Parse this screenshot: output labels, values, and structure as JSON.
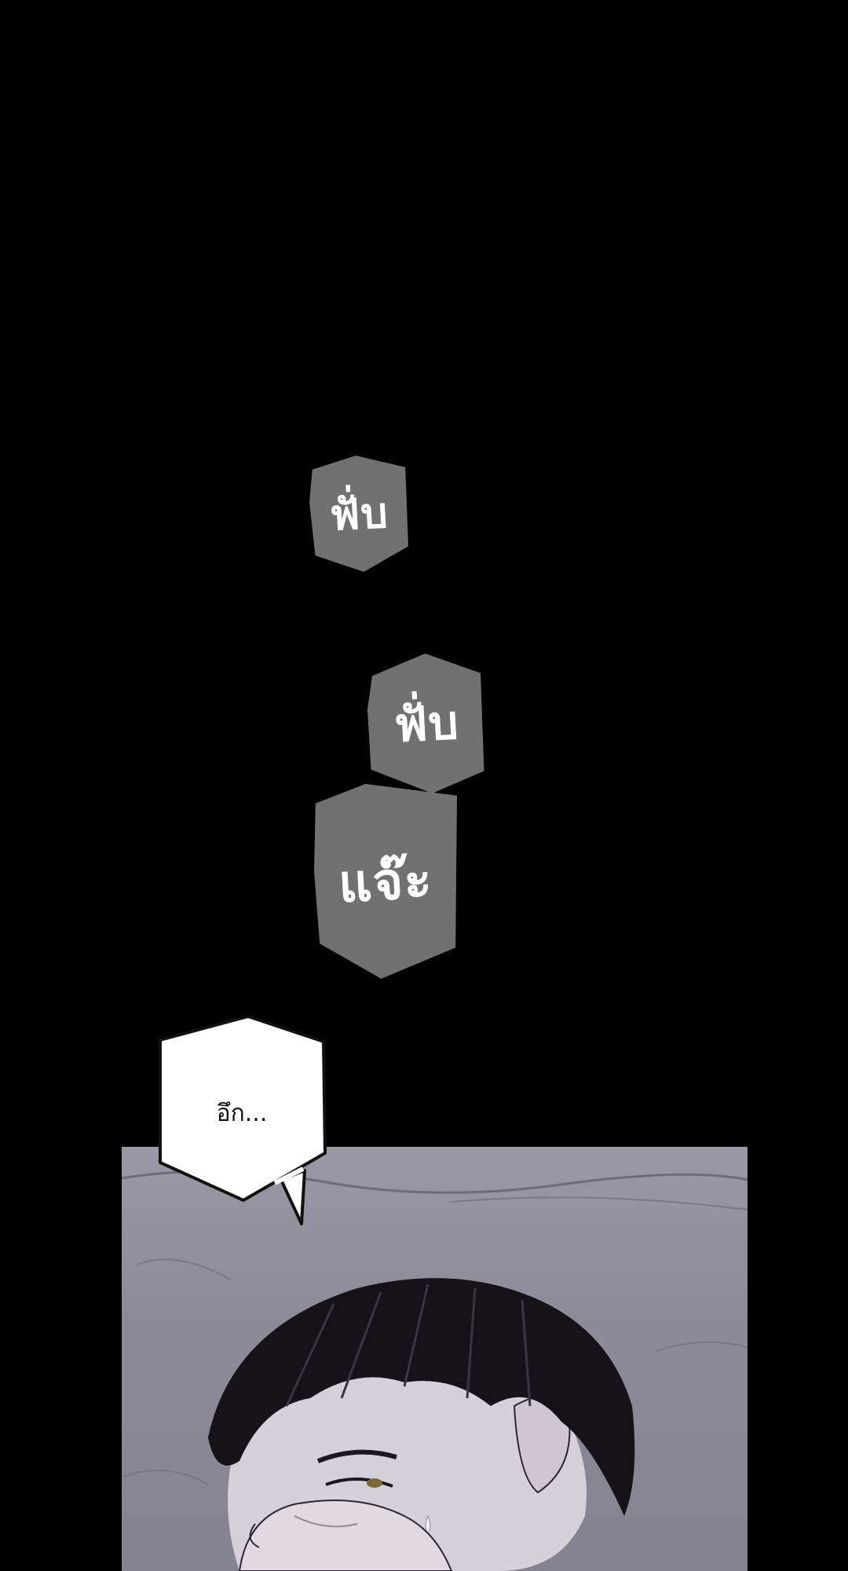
{
  "sound_effects": [
    {
      "text": "ฟั่บ"
    },
    {
      "text": "ฟั่บ"
    },
    {
      "text": "แจ๊ะ"
    }
  ],
  "speech_bubble": {
    "text": "อึก..."
  },
  "colors": {
    "background": "#000000",
    "sfx_box": "#717171",
    "panel_base": "#8e8c98",
    "hair": "#141216",
    "skin": "#d9d2d9"
  }
}
